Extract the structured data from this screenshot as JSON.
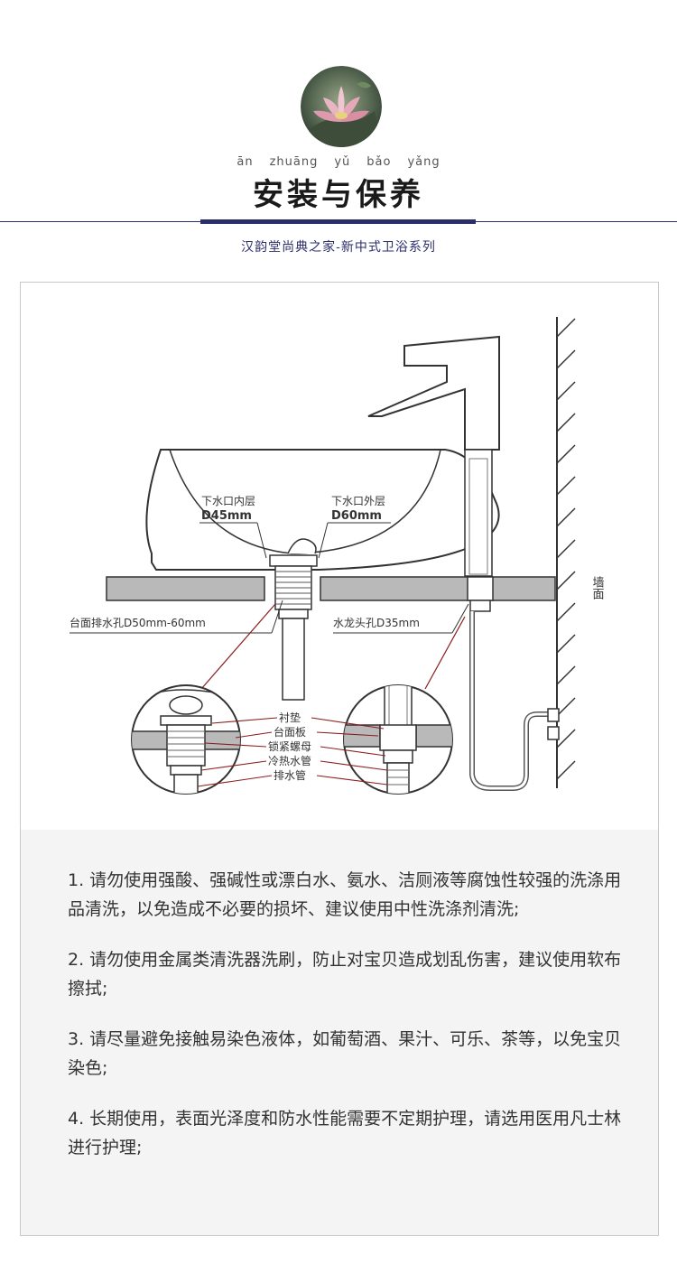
{
  "header": {
    "pinyin": [
      "ān",
      "zhuāng",
      "yǔ",
      "bǎo",
      "yǎng"
    ],
    "title": "安装与保养",
    "subtitle": "汉韵堂尚典之家-新中式卫浴系列"
  },
  "diagram": {
    "drain_inner": "下水口内层",
    "drain_inner_size": "D45mm",
    "drain_outer": "下水口外层",
    "drain_outer_size": "D60mm",
    "counter_hole": "台面排水孔D50mm-60mm",
    "faucet_hole": "水龙头孔D35mm",
    "wall": "墙面",
    "callouts": [
      "衬垫",
      "台面板",
      "锁紧螺母",
      "冷热水管",
      "排水管"
    ]
  },
  "notes": [
    "1. 请勿使用强酸、强碱性或漂白水、氨水、洁厕液等腐蚀性较强的洗涤用品清洗，以免造成不必要的损坏、建议使用中性洗涤剂清洗;",
    "2. 请勿使用金属类清洗器洗刷，防止对宝贝造成划乱伤害，建议使用软布擦拭;",
    "3. 请尽量避免接触易染色液体，如葡萄酒、果汁、可乐、茶等，以免宝贝染色;",
    "4. 长期使用，表面光泽度和防水性能需要不定期护理，请选用医用凡士林进行护理;"
  ],
  "colors": {
    "navy": "#2b2e6b",
    "callout_line": "#8b1d1d",
    "countertop": "#b9b9b9",
    "notes_bg": "#f4f4f4"
  },
  "icons": {
    "emblem": "lotus-emblem-icon"
  }
}
